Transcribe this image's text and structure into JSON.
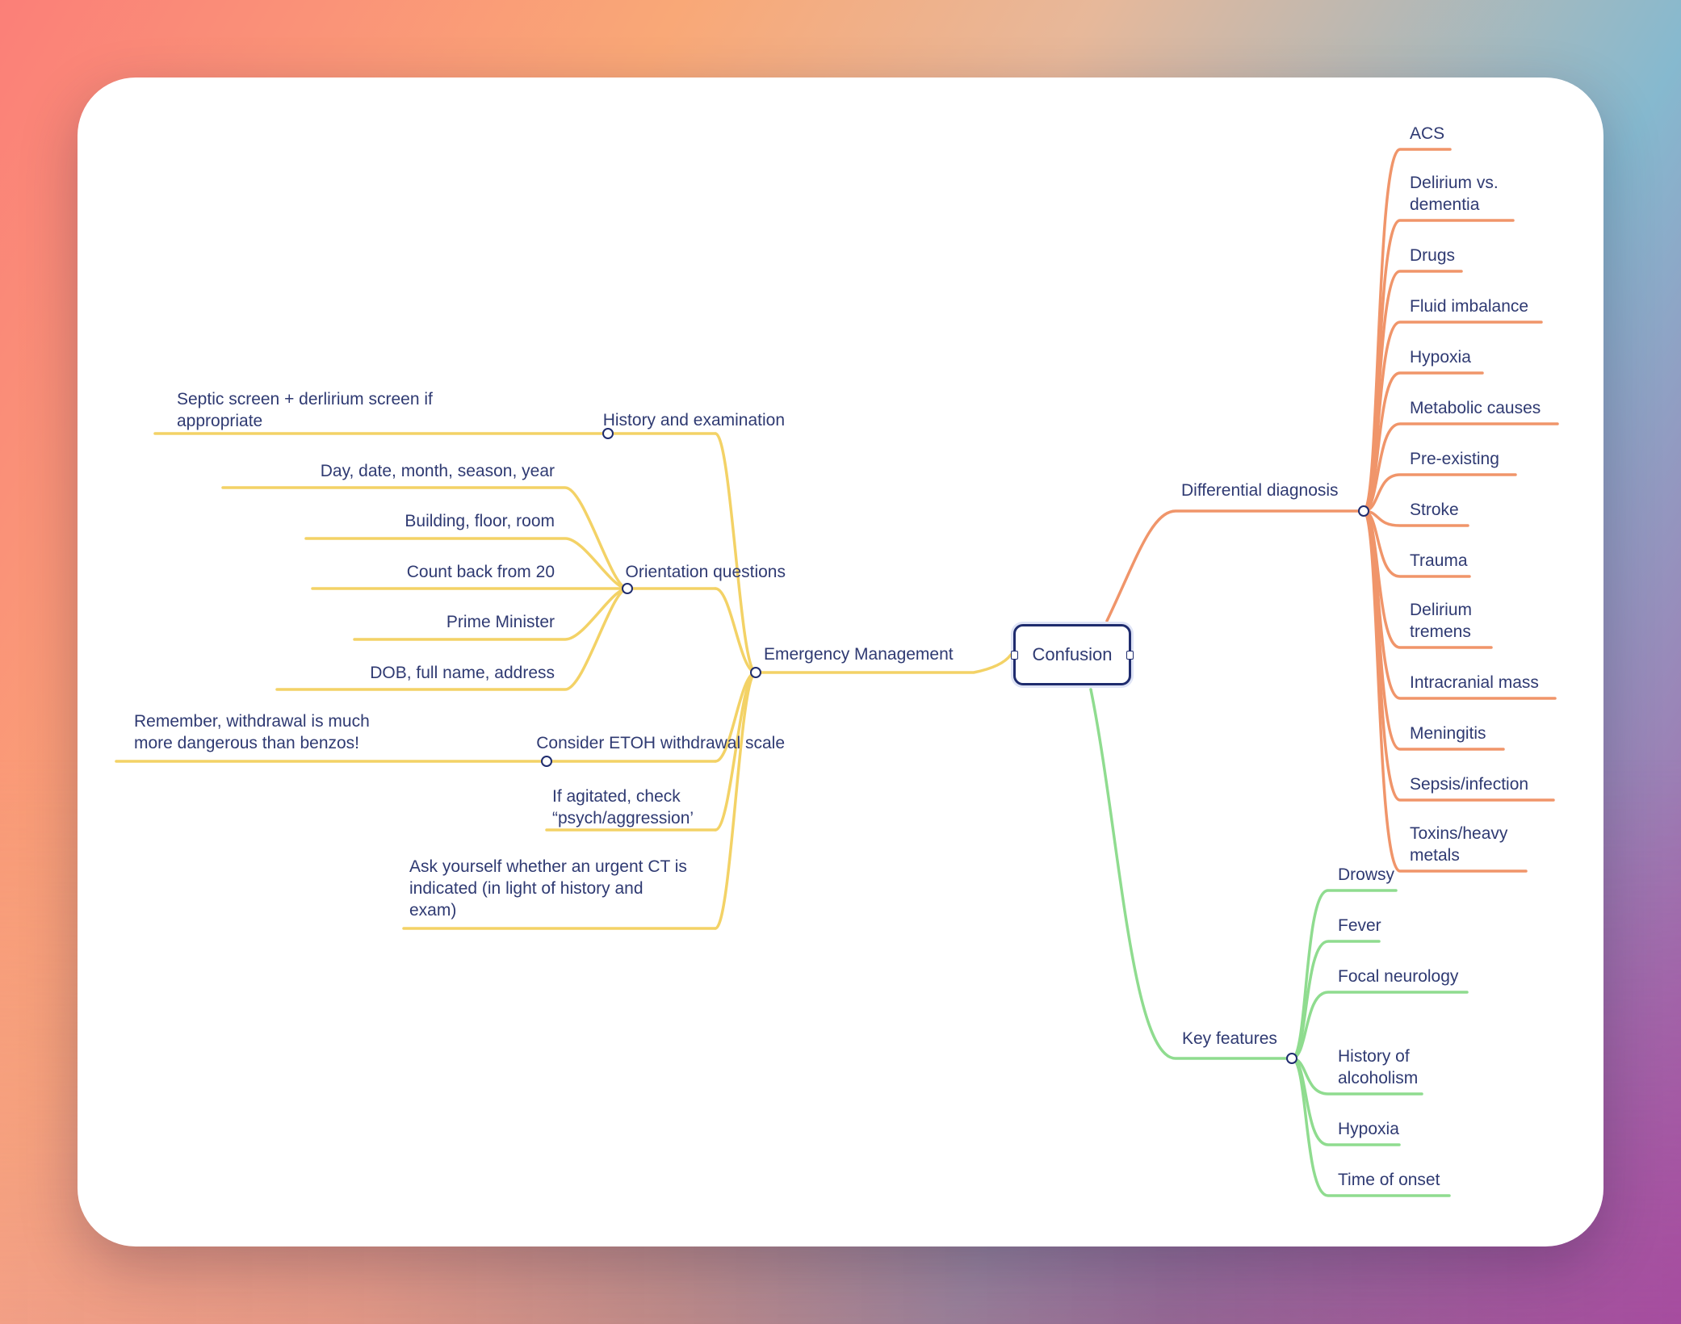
{
  "colors": {
    "yellow": "#f3d266",
    "orange": "#f0956a",
    "green": "#8fdc8f",
    "text": "#2f3a72",
    "root_border": "#1f2c6e"
  },
  "root": {
    "label": "Confusion"
  },
  "emergency": {
    "label": "Emergency Management",
    "history": {
      "label": "History and examination",
      "child": [
        "Septic screen + derlirium screen if",
        "appropriate"
      ]
    },
    "orientation": {
      "label": "Orientation questions",
      "children": [
        "Day, date, month, season, year",
        "Building, floor, room",
        "Count back from 20",
        "Prime Minister",
        "DOB, full name, address"
      ]
    },
    "etoh": {
      "label": "Consider ETOH withdrawal scale",
      "child": [
        "Remember, withdrawal is much",
        "more dangerous than benzos!"
      ]
    },
    "agitated": [
      "If agitated, check",
      "“psych/aggression’"
    ],
    "ct": [
      "Ask yourself whether an urgent CT is",
      "indicated (in light of history and",
      "exam)"
    ]
  },
  "differential": {
    "label": "Differential diagnosis",
    "items": [
      [
        "ACS"
      ],
      [
        "Delirium vs.",
        "dementia"
      ],
      [
        "Drugs"
      ],
      [
        "Fluid imbalance"
      ],
      [
        "Hypoxia"
      ],
      [
        "Metabolic causes"
      ],
      [
        "Pre-existing"
      ],
      [
        "Stroke"
      ],
      [
        "Trauma"
      ],
      [
        "Delirium",
        "tremens"
      ],
      [
        "Intracranial mass"
      ],
      [
        "Meningitis"
      ],
      [
        "Sepsis/infection"
      ],
      [
        "Toxins/heavy",
        "metals"
      ]
    ]
  },
  "key_features": {
    "label": "Key features",
    "items": [
      [
        "Drowsy"
      ],
      [
        "Fever"
      ],
      [
        "Focal neurology"
      ],
      [
        "History of",
        "alcoholism"
      ],
      [
        "Hypoxia"
      ],
      [
        "Time of onset"
      ]
    ]
  }
}
